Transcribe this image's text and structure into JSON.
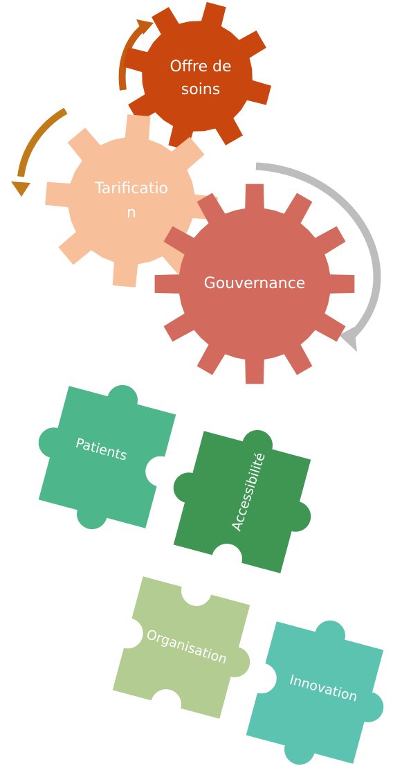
{
  "gears": {
    "offre": {
      "label_line1": "Offre de",
      "label_line2": "soins",
      "color": "#c9470e"
    },
    "tarif": {
      "label_line1": "Tarificatio",
      "label_line2": "n",
      "color": "#f8c09a"
    },
    "gouv": {
      "label": "Gouvernance",
      "color": "#d26b5d"
    }
  },
  "arrows": {
    "top": {
      "color": "#c55a11"
    },
    "left": {
      "color": "#c07a1a"
    },
    "right": {
      "color": "#bdbdbd"
    }
  },
  "pieces": {
    "patients": {
      "label": "Patients",
      "color": "#4db68b"
    },
    "accessibilite": {
      "label": "Accessibilité",
      "color": "#3f9653"
    },
    "organisation": {
      "label": "Organisation",
      "color": "#b2cc92"
    },
    "innovation": {
      "label": "Innovation",
      "color": "#5bc3b0"
    }
  }
}
